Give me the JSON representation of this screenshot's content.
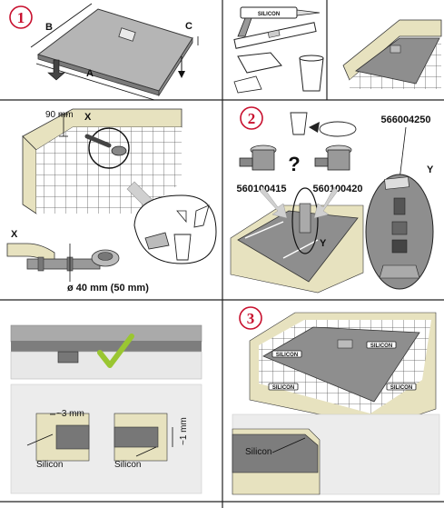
{
  "steps": {
    "step1": "1",
    "step2": "2",
    "step3": "3"
  },
  "panel1": {
    "dim_a": "A",
    "dim_b": "B",
    "dim_c": "C",
    "silicon_tube_label": "SILICON"
  },
  "panel2": {
    "depth_label": "90 mm",
    "detail_marker": "X",
    "detail_title": "X",
    "pipe_label": "ø 40 mm (50 mm)"
  },
  "panel3": {
    "part_number_top": "566004250",
    "drain_a": "560100415",
    "drain_b": "560100420",
    "question_mark": "?",
    "marker_y_small": "Y",
    "marker_y_large": "Y"
  },
  "panel4": {
    "gap_3mm": "~3 mm",
    "gap_1mm": "~1 mm",
    "silicon_left": "Silicon",
    "silicon_right": "Silicon"
  },
  "panel5": {
    "tube_label": "SILICON",
    "silicon_detail": "Silicon"
  },
  "colors": {
    "tray": "#8e8e8e",
    "wall": "#e7e2bf",
    "tile_line": "#555555",
    "step_red": "#c8102e",
    "check_green": "#9ac631"
  }
}
